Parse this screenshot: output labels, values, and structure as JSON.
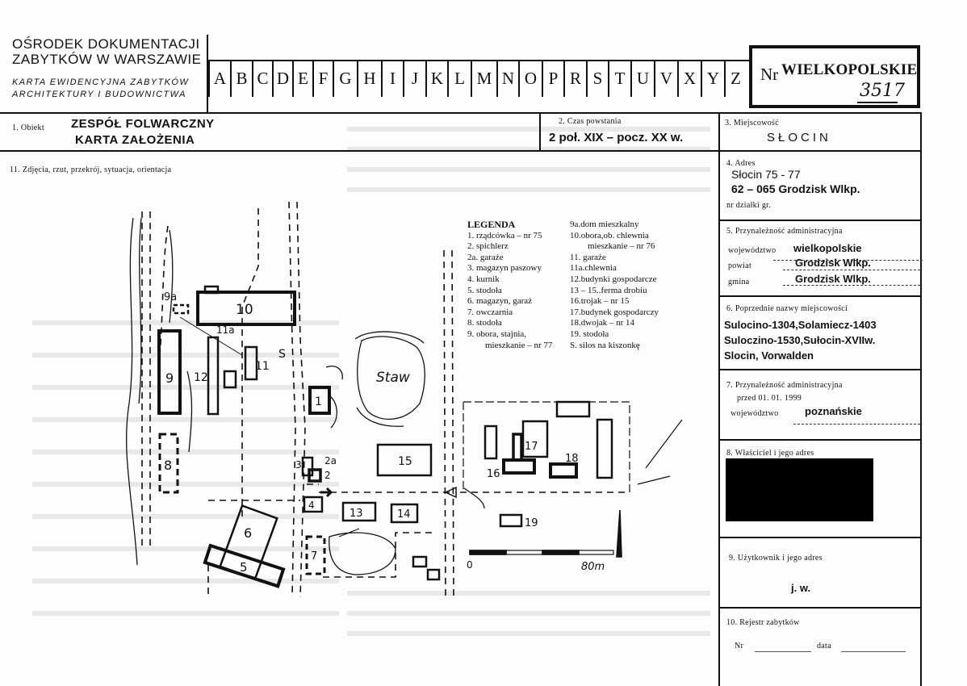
{
  "header": {
    "org_line1": "OŚRODEK DOKUMENTACJI",
    "org_line2": "ZABYTKÓW W WARSZAWIE",
    "card_line1": "KARTA EWIDENCYJNA ZABYTKÓW",
    "card_line2": "ARCHITEKTURY I BUDOWNICTWA",
    "alphabet": [
      "A",
      "B",
      "C",
      "D",
      "E",
      "F",
      "G",
      "H",
      "I",
      "J",
      "K",
      "L",
      "M",
      "N",
      "O",
      "P",
      "R",
      "S",
      "T",
      "U",
      "V",
      "X",
      "Y",
      "Z"
    ],
    "nr_label": "Nr",
    "nr_region": "WIELKOPOLSKIE",
    "nr_number": "3517"
  },
  "fields": {
    "obiekt_label": "1. Obiekt",
    "obiekt_value_line1": "ZESPÓŁ FOLWARCZNY",
    "obiekt_value_line2": "KARTA ZAŁOŻENIA",
    "czas_label": "2. Czas powstania",
    "czas_value": "2 poł. XIX – pocz. XX w.",
    "miejscowosc_label": "3. Miejscowość",
    "miejscowosc_value": "SŁOCIN",
    "adres_label": "4. Adres",
    "adres_line1": "Słocin 75 - 77",
    "adres_line2": "62 – 065 Grodzisk Wlkp.",
    "dzialka_label": "nr działki gr.",
    "przynaleznosc_label": "5. Przynależność administracyjna",
    "wojewodztwo_label": "województwo",
    "wojewodztwo_value": "wielkopolskie",
    "powiat_label": "powiat",
    "powiat_value": "Grodzisk Wlkp.",
    "gmina_label": "gmina",
    "gmina_value": "Grodzisk Wlkp.",
    "poprzednie_label": "6. Poprzednie nazwy miejscowości",
    "poprzednie_lines": [
      "Sulocino-1304,Solamiecz-1403",
      "Suloczino-1530,Sułocin-XVIIw.",
      "Slocin, Vorwalden"
    ],
    "przyn_old_label": "7.  Przynależność administracyjna",
    "przyn_old_sub": "przed 01. 01. 1999",
    "przyn_old_woj_label": "województwo",
    "przyn_old_woj_value": "poznańskie",
    "wlasciciel_label": "8. Właściciel i jego adres",
    "uzytkownik_label": "9.  Użytkownik i jego adres",
    "uzytkownik_value": "j. w.",
    "rejestr_label": "10. Rejestr zabytków",
    "rejestr_nr_label": "Nr",
    "rejestr_data_label": "data",
    "zdjecia_label": "11. Zdjęcia, rzut, przekrój, sytuacja, orientacja"
  },
  "map": {
    "legend_title": "LEGENDA",
    "legend_left": [
      "1. rządcówka – nr  75",
      "2. spichlerz",
      "2a. garaże",
      "3.  magazyn paszowy",
      "4. kurnik",
      "5. stodoła",
      "6. magazyn, garaż",
      "7. owczarnia",
      "8. stodoła",
      "9. obora, stajnia,",
      "   mieszkanie – nr  77"
    ],
    "legend_right": [
      "9a.dom mieszkalny",
      "10.obora,ob. chlewnia",
      "   mieszkanie – nr 76",
      "11. garaże",
      "11a.chlewnia",
      "12.budynki gospodarcze",
      "13 – 15..ferma drobiu",
      "16.trojak – nr 15",
      "17.budynek gospodarczy",
      "18.dwojak – nr 14",
      "19. stodoła",
      "S. silos na kiszonkę"
    ],
    "labels": {
      "b10": "10",
      "b11a": "11a",
      "b11": "11",
      "bS": "S",
      "b9a": "9a",
      "b9": "9",
      "b12": "12",
      "b8": "8",
      "b1": "1",
      "b3": "3",
      "b2a": "2a",
      "b2": "2",
      "b4": "4",
      "b13": "13",
      "b14": "14",
      "b15": "15",
      "b6": "6",
      "b5": "5",
      "b7": "7",
      "b16": "16",
      "b17": "17",
      "b18": "18",
      "b19": "19",
      "staw": "Staw"
    },
    "scale_start": "0",
    "scale_end": "80m"
  }
}
